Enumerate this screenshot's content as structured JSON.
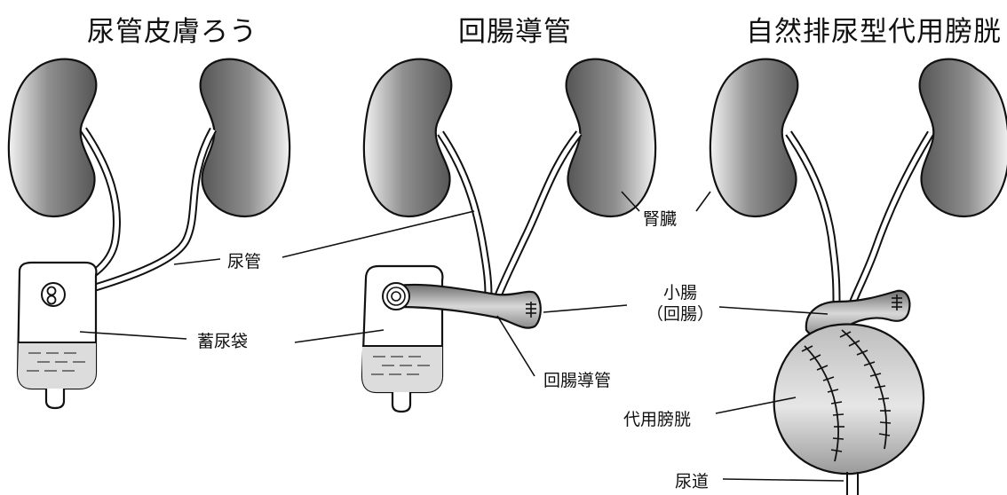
{
  "titles": {
    "ureterocutaneostomy": "尿管皮膚ろう",
    "ileal_conduit": "回腸導管",
    "neobladder": "自然排尿型代用膀胱"
  },
  "labels": {
    "kidney": "腎臓",
    "ureter": "尿管",
    "urine_bag": "蓄尿袋",
    "small_intestine_line1": "小腸",
    "small_intestine_line2": "（回腸）",
    "ileal_conduit": "回腸導管",
    "neobladder": "代用膀胱",
    "urethra": "尿道"
  }
}
